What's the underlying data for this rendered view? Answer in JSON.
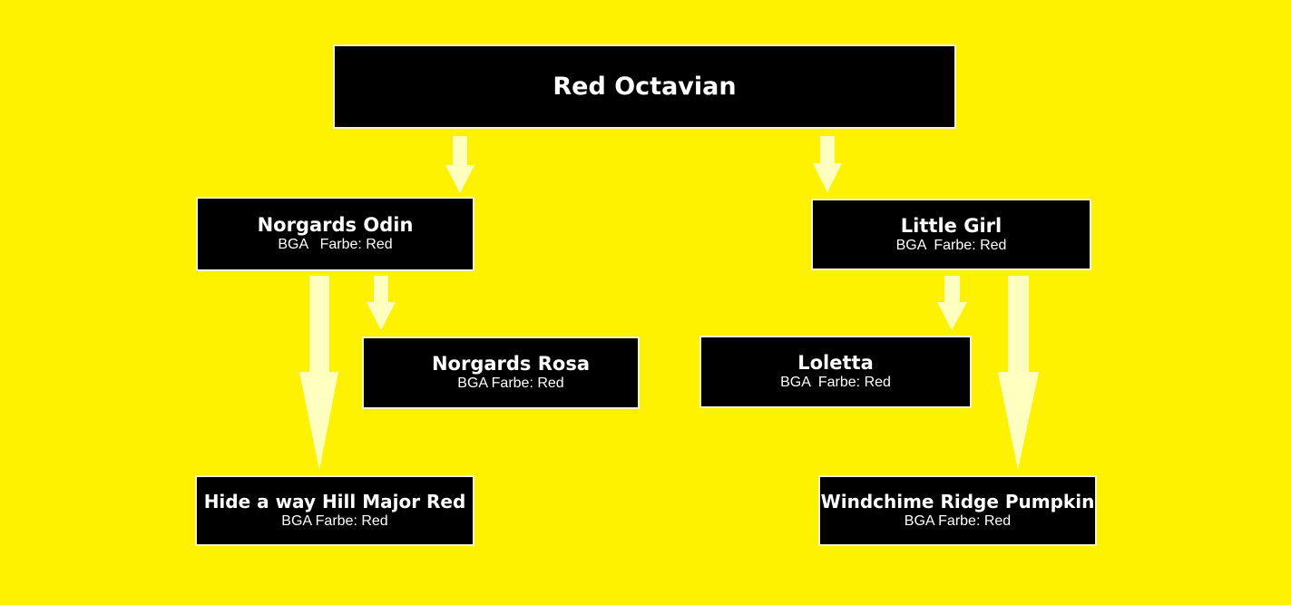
{
  "colors": {
    "background": "#fff200",
    "box_fill": "#000000",
    "box_border": "#f4f0d8",
    "arrow": "#ffffc0",
    "text": "#ffffff"
  },
  "tree": {
    "root": {
      "name": "Red Octavian"
    },
    "left": {
      "parent": {
        "name": "Norgards Odin",
        "sub": "BGA   Farbe: Red"
      },
      "child_near": {
        "name": "Norgards Rosa",
        "sub": "BGA Farbe: Red"
      },
      "child_far": {
        "name": "Hide a way Hill Major Red",
        "sub": "BGA Farbe: Red"
      }
    },
    "right": {
      "parent": {
        "name": "Little Girl",
        "sub": "BGA  Farbe: Red"
      },
      "child_near": {
        "name": "Loletta",
        "sub": "BGA  Farbe: Red"
      },
      "child_far": {
        "name": "Windchime Ridge Pumpkin",
        "sub": "BGA Farbe: Red"
      }
    }
  }
}
